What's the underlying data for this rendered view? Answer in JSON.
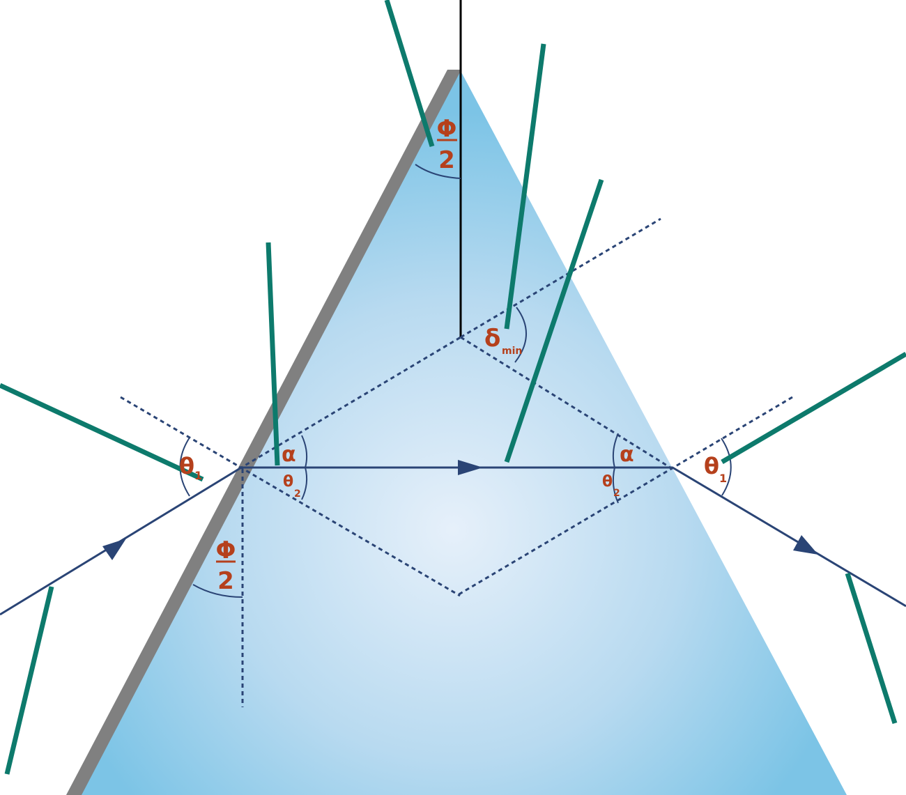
{
  "colors": {
    "prism_center": "#e6f0fa",
    "prism_edge": "#7cc4e6",
    "ray": "#2a4475",
    "angle_label": "#b5401c",
    "leader_line": "#0d7a6c",
    "ground_face": "#808080",
    "axis_line": "#000000"
  },
  "labels": {
    "phi_top": "Φ",
    "two_top": "2",
    "phi_low": "Φ",
    "two_low": "2",
    "delta": "δ",
    "delta_sub": "min",
    "theta_left": "θ",
    "theta_left_sub": "1",
    "theta_right": "θ",
    "theta_right_sub": "1",
    "theta2_left": "θ",
    "theta2_left_sub": "2",
    "theta2_right": "θ",
    "theta2_right_sub": "2",
    "alpha_left": "α",
    "alpha_right": "α"
  }
}
